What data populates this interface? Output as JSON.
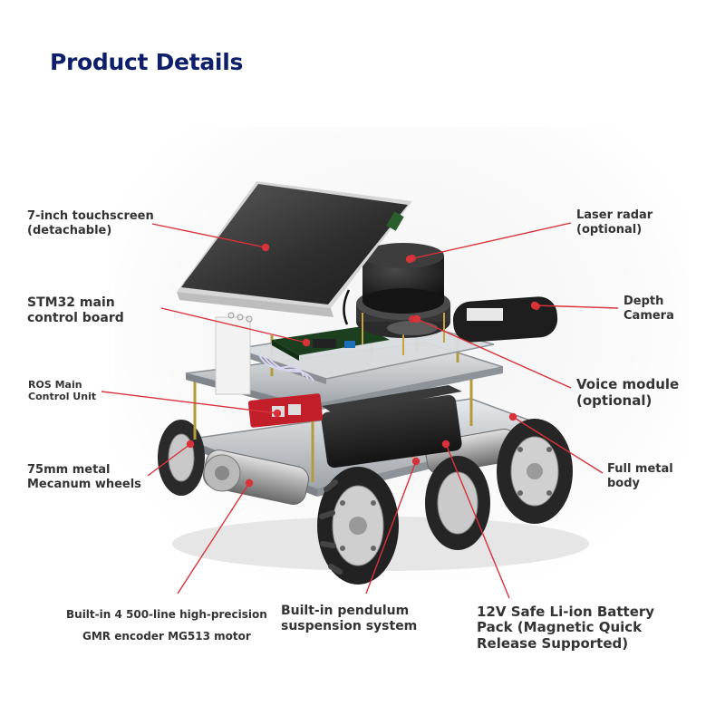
{
  "heading": "Product Details",
  "accent_color": "#0d1f6b",
  "callout_color": "#d9323a",
  "callouts": {
    "touchscreen": "7-inch touchscreen\n(detachable)",
    "stm32": "STM32 main\ncontrol board",
    "ros": "ROS Main\nControl Unit",
    "wheels": "75mm metal\nMecanum wheels",
    "encoder_line1": "Built-in 4 500-line high-precision",
    "encoder_line2": "GMR encoder MG513 motor",
    "pendulum": "Built-in pendulum\nsuspension system",
    "battery": "12V Safe Li-ion Battery\nPack (Magnetic Quick\nRelease Supported)",
    "laser": "Laser radar\n(optional)",
    "depth": "Depth\nCamera",
    "voice": "Voice module\n(optional)",
    "body": "Full metal\nbody"
  }
}
